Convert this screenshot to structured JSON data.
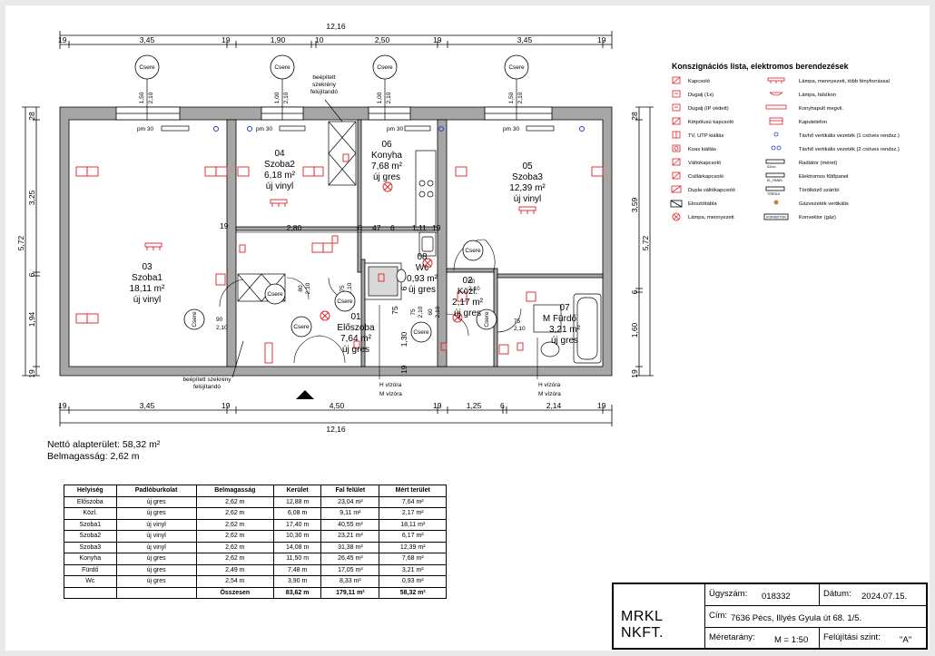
{
  "dimensions": {
    "top_total": "12,16",
    "top_segments": [
      "19",
      "3,45",
      "19",
      "1,90",
      "10",
      "2,50",
      "19",
      "3,45",
      "19"
    ],
    "bottom_segments": [
      "19",
      "3,45",
      "19",
      "4,50",
      "19",
      "1,25",
      "6",
      "2,14",
      "19"
    ],
    "bottom_total": "12,16",
    "left_outer": "5,72",
    "left_segments": [
      "28",
      "3,25",
      "6",
      "1,94",
      "19"
    ],
    "right_outer": "5,72",
    "right_segments": [
      "28",
      "3,59",
      "6",
      "1,60",
      "19"
    ],
    "inner": [
      "19",
      "2,80",
      "6",
      "47",
      "6",
      "1,11",
      "19",
      "19",
      "1,30",
      "75",
      "6"
    ],
    "window_labels": [
      "1,50",
      "2,10",
      "1,00",
      "2,10",
      "1,00",
      "2,10",
      "1,50",
      "2,10"
    ],
    "door_labels": [
      "80",
      "2,10",
      "75",
      "2,10",
      "90",
      "2,10",
      "75",
      "2,10",
      "60",
      "2,10",
      "75",
      "2,10",
      "60",
      "2,10"
    ],
    "pm": [
      "pm 30",
      "pm 30",
      "pm 30",
      "pm 30"
    ]
  },
  "csere": "Csere",
  "notes": {
    "top_cabinet": [
      "beépített",
      "szekrény",
      "felújítandó"
    ],
    "bottom_cabinet": [
      "beépített szekrény",
      "felújítandó"
    ],
    "water1": [
      "H vízóra",
      "M vízóra"
    ],
    "water2": [
      "H vízóra",
      "M vízóra"
    ],
    "boiler_label": "M"
  },
  "rooms": [
    {
      "num": "03",
      "name": "Szoba1",
      "area": "18,11 m²",
      "floor": "új vinyl"
    },
    {
      "num": "04",
      "name": "Szoba2",
      "area": "6,18 m²",
      "floor": "új vinyl"
    },
    {
      "num": "06",
      "name": "Konyha",
      "area": "7,68 m²",
      "floor": "új gres"
    },
    {
      "num": "05",
      "name": "Szoba3",
      "area": "12,39 m²",
      "floor": "új vinyl"
    },
    {
      "num": "08",
      "name": "Wc",
      "area": "0,93 m²",
      "floor": "új gres"
    },
    {
      "num": "02",
      "name": "Közl.",
      "area": "2,17 m²",
      "floor": "új gres"
    },
    {
      "num": "01",
      "name": "Előszoba",
      "area": "7,64 m²",
      "floor": "új gres"
    },
    {
      "num": "07",
      "name": "Fürdő",
      "area": "3,21 m²",
      "floor": "új gres"
    }
  ],
  "legend": {
    "title": "Konszignációs lista, elektromos berendezések",
    "left": [
      "Kapcsoló",
      "Dugalj (1x)",
      "Dugalj (IP védett)",
      "Kétpólusú kapcsoló",
      "TV, UTP kiállás",
      "Koax kiállás",
      "Váltókapcsoló",
      "Csillárkapcsoló",
      "Dupla váltókapcsoló",
      "Elosztótábla",
      "Lámpa, mennyezeti"
    ],
    "right": [
      "Lámpa, mennyezeti, több fényforrással",
      "Lámpa, falsíkon",
      "Konyhapult megvil.",
      "Kaputelefon",
      "Távhő vertikális vezeték (1 csöves rendsz.)",
      "Távhő vertikális vezeték (2 csöves rendsz.)",
      "Radiátor (méret)",
      "Elektromos fűtőpanel",
      "Törölköző szárító",
      "Gázvezeték vertikális",
      "Konvektor (gáz)"
    ],
    "right_icon_text": [
      "SZxxx",
      "EL_PANEL",
      "TÖRÖLK",
      "KONVEKTOR"
    ]
  },
  "summary_info": {
    "net_area": "Nettó alapterület: 58,32 m²",
    "height": "Belmagasság: 2,62 m"
  },
  "table": {
    "headers": [
      "Helyiség",
      "Padlóburkolat",
      "Belmagasság",
      "Kerület",
      "Fal felület",
      "Mért terület"
    ],
    "rows": [
      [
        "Előszoba",
        "új gres",
        "2,62 m",
        "12,88 m",
        "23,04 m²",
        "7,64 m²"
      ],
      [
        "Közl.",
        "új gres",
        "2,62 m",
        "6,08 m",
        "9,11 m²",
        "2,17 m²"
      ],
      [
        "Szoba1",
        "új vinyl",
        "2,62 m",
        "17,40 m",
        "40,55 m²",
        "18,11 m²"
      ],
      [
        "Szoba2",
        "új vinyl",
        "2,62 m",
        "10,30 m",
        "23,21 m²",
        "6,17 m²"
      ],
      [
        "Szoba3",
        "új vinyl",
        "2,62 m",
        "14,08 m",
        "31,38 m²",
        "12,39 m²"
      ],
      [
        "Konyha",
        "új gres",
        "2,62 m",
        "11,50 m",
        "26,45 m²",
        "7,68 m²"
      ],
      [
        "Fürdő",
        "új gres",
        "2,49 m",
        "7,48 m",
        "17,05 m²",
        "3,21 m²"
      ],
      [
        "Wc",
        "új gres",
        "2,54 m",
        "3,90 m",
        "8,33 m²",
        "0,93 m²"
      ]
    ],
    "total": [
      "",
      "",
      "Összesen",
      "83,62 m",
      "179,11 m²",
      "58,32 m²"
    ]
  },
  "title_block": {
    "firm": "MRKL NKFT.",
    "case_label": "Ügyszám:",
    "case_value": "018332",
    "date_label": "Dátum:",
    "date_value": "2024.07.15.",
    "address_label": "Cím:",
    "address_value": "7636 Pécs, Illyés Gyula út 68. 1/5.",
    "scale_label": "Méretarány:",
    "scale_value": "M = 1:50",
    "level_label": "Felújítási szint:",
    "level_value": "\"A\""
  },
  "colors": {
    "wall": "#a6a6a6",
    "electric": "#e0202a",
    "pipe": "#1f3fd0",
    "line": "#000000"
  }
}
